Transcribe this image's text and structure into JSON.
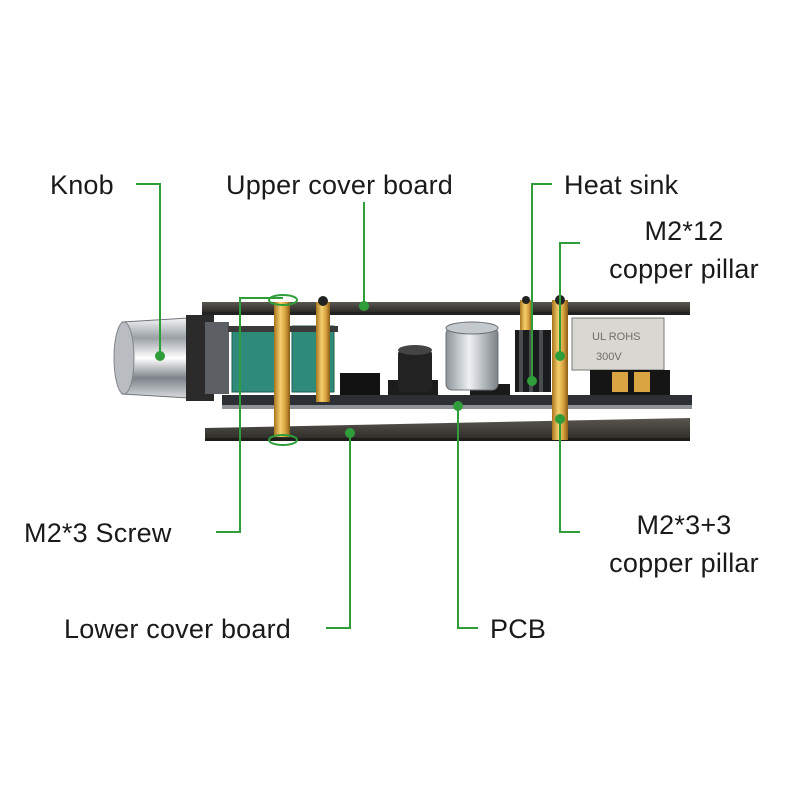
{
  "labels": {
    "knob": "Knob",
    "upper_cover_board": "Upper cover board",
    "heat_sink": "Heat sink",
    "m2_12_line1": "M2*12",
    "m2_12_line2": "copper pillar",
    "m2_3_screw": "M2*3 Screw",
    "m2_3_3_line1": "M2*3+3",
    "m2_3_3_line2": "copper pillar",
    "lower_cover_board": "Lower cover board",
    "pcb": "PCB"
  },
  "components": {
    "relay_top": "UL ROHS",
    "relay_bottom": "300V"
  },
  "colors": {
    "leader": "#2f9e3a",
    "cover": "#3d3b36",
    "pcb": "#2a2d30",
    "brass": "#d9a441",
    "potentiometer": "#2f8a7a",
    "knob": "#c9ccd0"
  }
}
